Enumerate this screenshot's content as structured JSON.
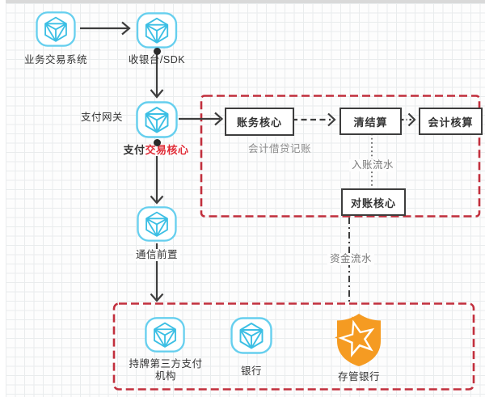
{
  "colors": {
    "accent_blue": "#45c4e7",
    "group_border_red": "#c22f3d",
    "highlight_red": "#e02b36",
    "shield_orange": "#f59b22",
    "connector_dark": "#3d3d3d"
  },
  "nodes": {
    "business_system": {
      "label": "业务交易系统"
    },
    "cashier_sdk": {
      "label": "收银台/SDK"
    },
    "payment_gateway": {
      "label": "支付网关"
    },
    "payment_core": {
      "label_plain": "支付",
      "label_em": "交易核心"
    },
    "comm_front": {
      "label": "通信前置"
    },
    "ledger_core": {
      "label": "账务核心"
    },
    "clearing": {
      "label": "清结算"
    },
    "accounting": {
      "label": "会计核算"
    },
    "recon_core": {
      "label": "对账核心"
    },
    "third_party": {
      "label_line1": "持牌第三方支付",
      "label_line2": "机构"
    },
    "bank": {
      "label": "银行"
    },
    "custodian_bank": {
      "label": "存管银行"
    }
  },
  "annotations": {
    "bookkeeping": "会计借贷记账",
    "incoming_flow": "入账流水",
    "funds_flow": "资金流水"
  }
}
